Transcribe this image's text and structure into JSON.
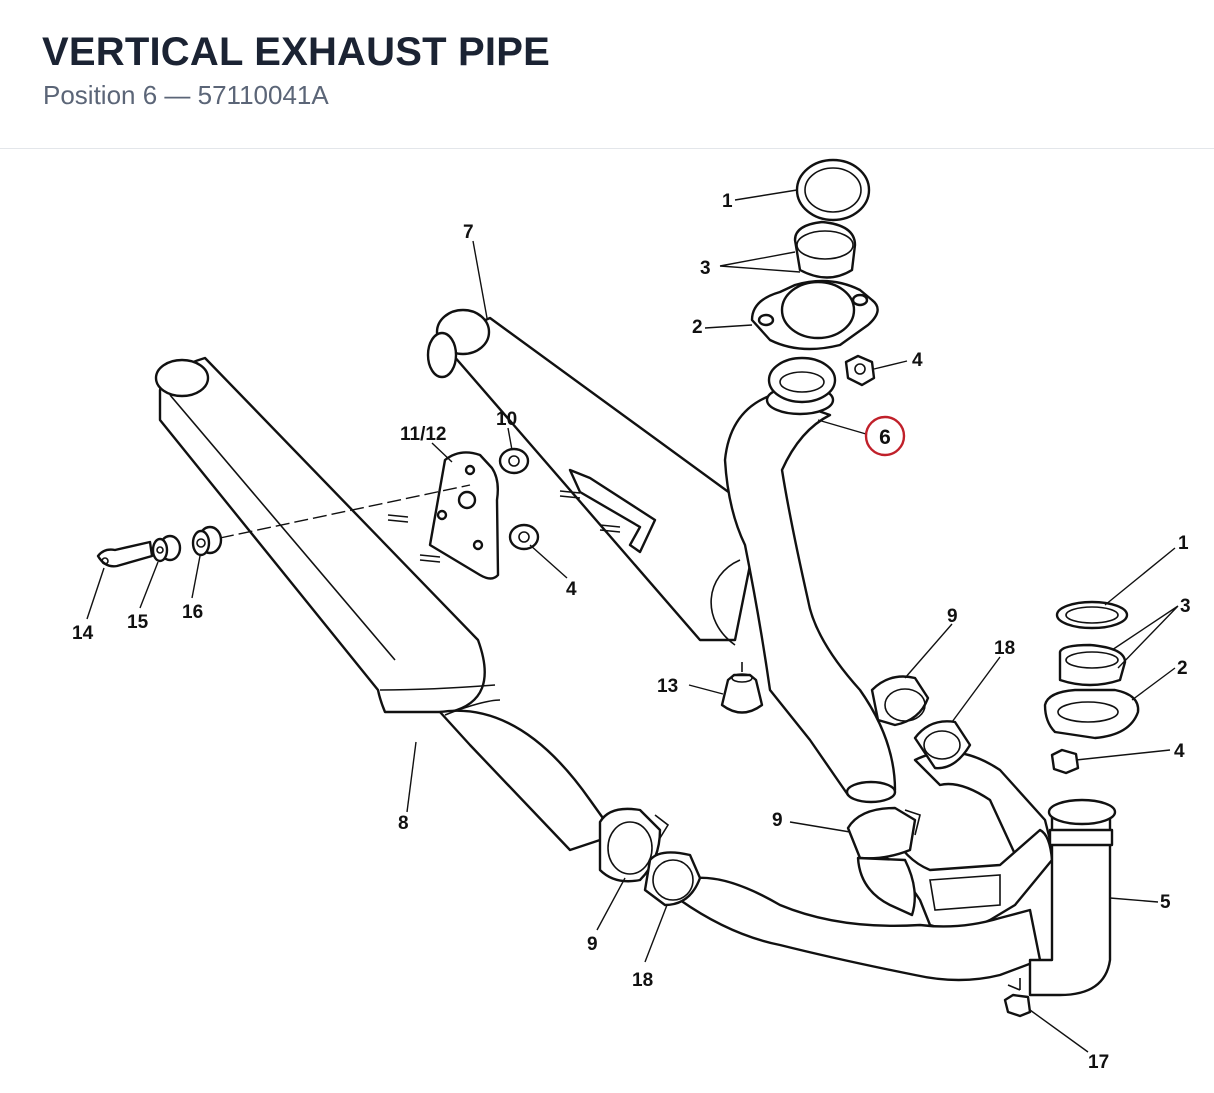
{
  "header": {
    "title": "VERTICAL EXHAUST PIPE",
    "subtitle": "Position 6 — 57110041A"
  },
  "highlight_color": "#c0202a",
  "callouts": {
    "c1_top": "1",
    "c3_top": "3",
    "c2_top": "2",
    "c4_top": "4",
    "c6": "6",
    "c7": "7",
    "c10": "10",
    "c11_12": "11/12",
    "c4_mid": "4",
    "c14": "14",
    "c15": "15",
    "c16": "16",
    "c13": "13",
    "c8": "8",
    "c9_left": "9",
    "c18_left": "18",
    "c9_mid": "9",
    "c9_right": "9",
    "c18_right": "18",
    "c1_right": "1",
    "c3_right": "3",
    "c2_right": "2",
    "c4_right": "4",
    "c5": "5",
    "c17": "17"
  }
}
